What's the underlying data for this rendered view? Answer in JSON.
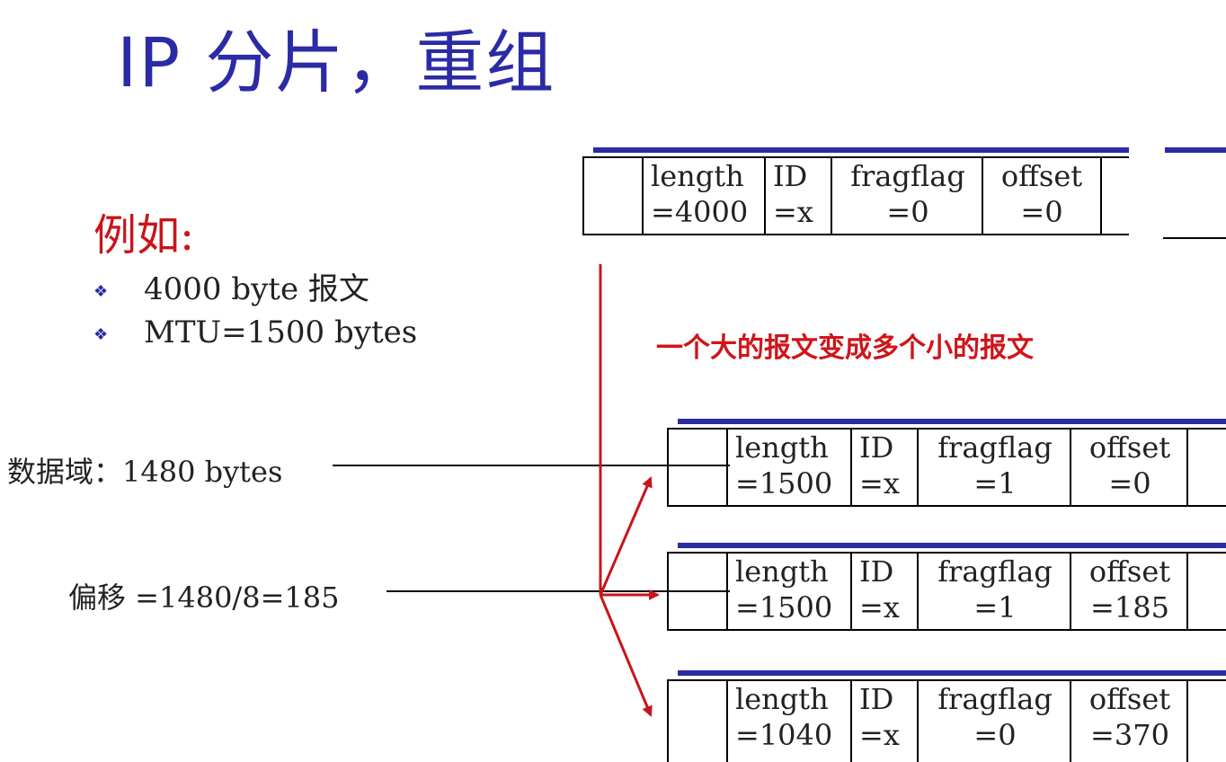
{
  "title": "IP 分片，重组",
  "example": {
    "label": "例如:",
    "bullets": [
      "4000 byte 报文",
      "MTU=1500 bytes"
    ]
  },
  "notes": {
    "data_field": "数据域：1480 bytes",
    "offset": "偏移 =1480/8=185"
  },
  "caption": "一个大的报文变成多个小的报文",
  "headers": {
    "original": {
      "length": "length",
      "length_val": "=4000",
      "id": "ID",
      "id_val": "=x",
      "flag": "fragflag",
      "flag_val": "=0",
      "offset": "offset",
      "offset_val": "=0"
    },
    "frag1": {
      "length": "length",
      "length_val": "=1500",
      "id": "ID",
      "id_val": "=x",
      "flag": "fragflag",
      "flag_val": "=1",
      "offset": "offset",
      "offset_val": "=0"
    },
    "frag2": {
      "length": "length",
      "length_val": "=1500",
      "id": "ID",
      "id_val": "=x",
      "flag": "fragflag",
      "flag_val": "=1",
      "offset": "offset",
      "offset_val": "=185"
    },
    "frag3": {
      "length": "length",
      "length_val": "=1040",
      "id": "ID",
      "id_val": "=x",
      "flag": "fragflag",
      "flag_val": "=0",
      "offset": "offset",
      "offset_val": "=370"
    }
  },
  "colors": {
    "title": "#2b2ba6",
    "accent_red": "#c8151b",
    "bar_blue": "#2b2ba6"
  }
}
